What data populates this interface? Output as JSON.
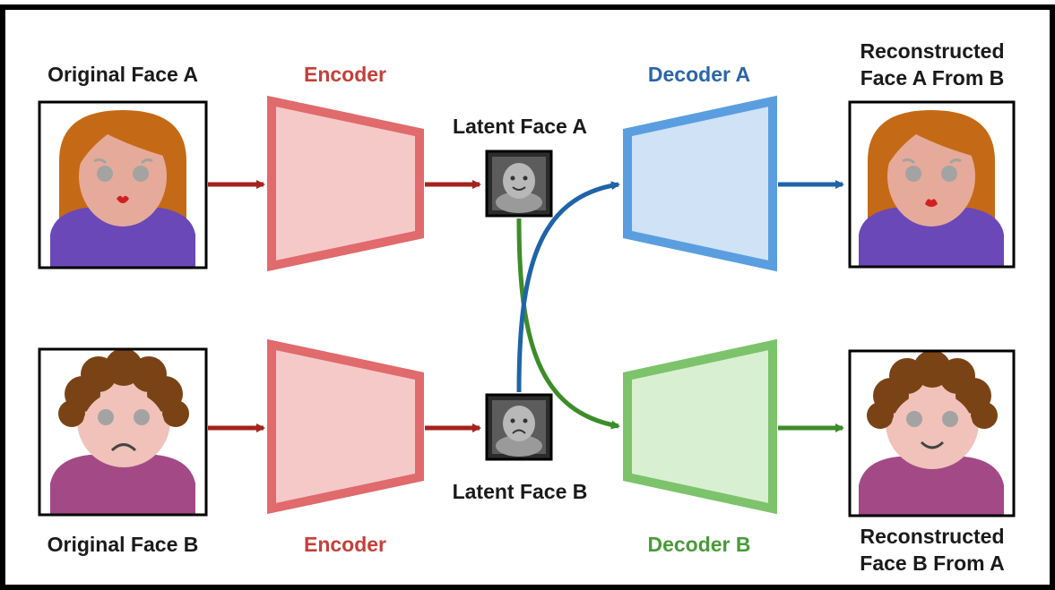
{
  "labels": {
    "original_a": "Original Face A",
    "original_b": "Original Face B",
    "encoder_top": "Encoder",
    "encoder_bottom": "Encoder",
    "latent_a": "Latent Face A",
    "latent_b": "Latent Face B",
    "decoder_a": "Decoder A",
    "decoder_b": "Decoder B",
    "recon_a_line1": "Reconstructed",
    "recon_a_line2": "Face A From B",
    "recon_b_line1": "Reconstructed",
    "recon_b_line2": "Face B From A"
  },
  "colors": {
    "encoder": "#e06a6c",
    "encoder_fill": "#f6c9c9",
    "decoder_a": "#5a9ee0",
    "decoder_a_fill": "#cfe2f6",
    "decoder_b": "#7cc36c",
    "decoder_b_fill": "#d9efd2",
    "arrow_red": "#a3231e",
    "arrow_blue": "#1f64a8",
    "arrow_green": "#3d8c2a"
  }
}
